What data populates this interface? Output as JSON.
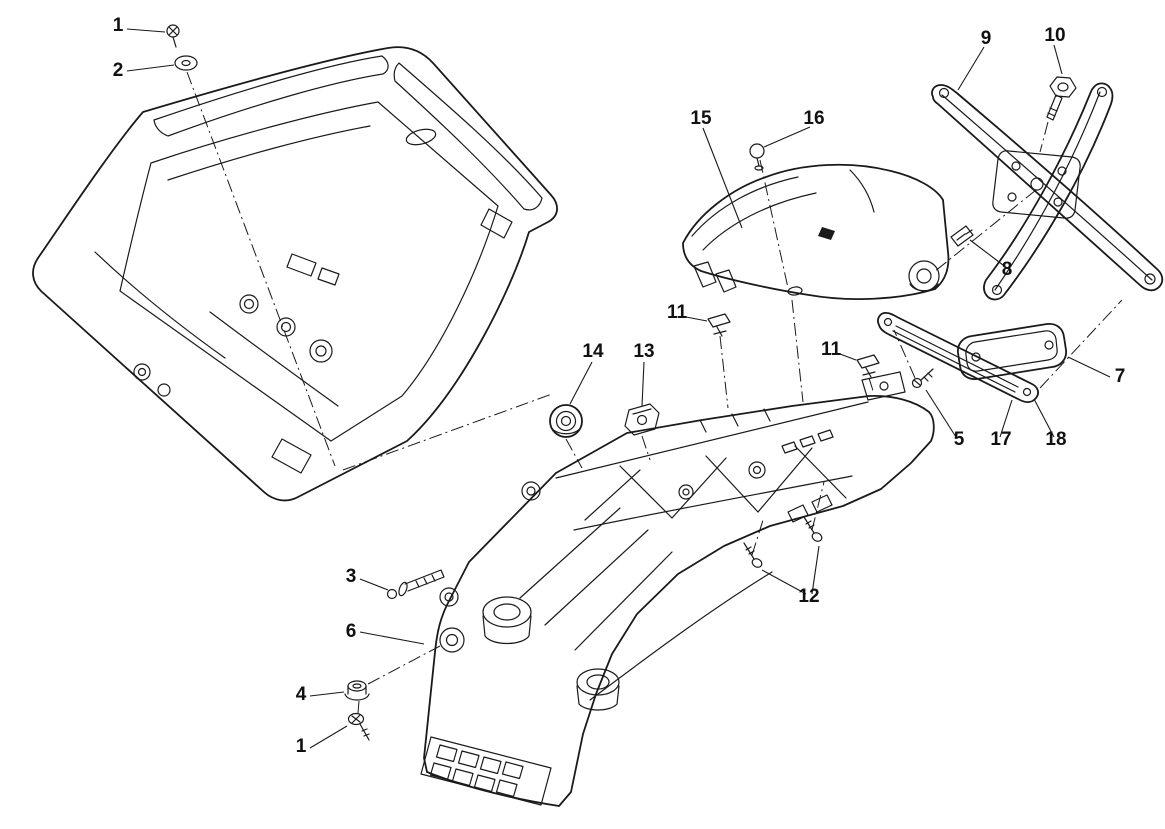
{
  "figure": {
    "type": "exploded-parts-diagram",
    "background_color": "#ffffff",
    "line_color": "#1a1a1a",
    "callouts": [
      {
        "id": "1-top",
        "label": "1"
      },
      {
        "id": "2",
        "label": "2"
      },
      {
        "id": "9",
        "label": "9"
      },
      {
        "id": "10",
        "label": "10"
      },
      {
        "id": "15",
        "label": "15"
      },
      {
        "id": "16",
        "label": "16"
      },
      {
        "id": "8",
        "label": "8"
      },
      {
        "id": "11-left",
        "label": "11"
      },
      {
        "id": "11-right",
        "label": "11"
      },
      {
        "id": "14",
        "label": "14"
      },
      {
        "id": "13",
        "label": "13"
      },
      {
        "id": "7",
        "label": "7"
      },
      {
        "id": "5",
        "label": "5"
      },
      {
        "id": "17",
        "label": "17"
      },
      {
        "id": "18",
        "label": "18"
      },
      {
        "id": "3",
        "label": "3"
      },
      {
        "id": "6",
        "label": "6"
      },
      {
        "id": "12",
        "label": "12"
      },
      {
        "id": "4",
        "label": "4"
      },
      {
        "id": "1-bottom",
        "label": "1"
      }
    ]
  }
}
